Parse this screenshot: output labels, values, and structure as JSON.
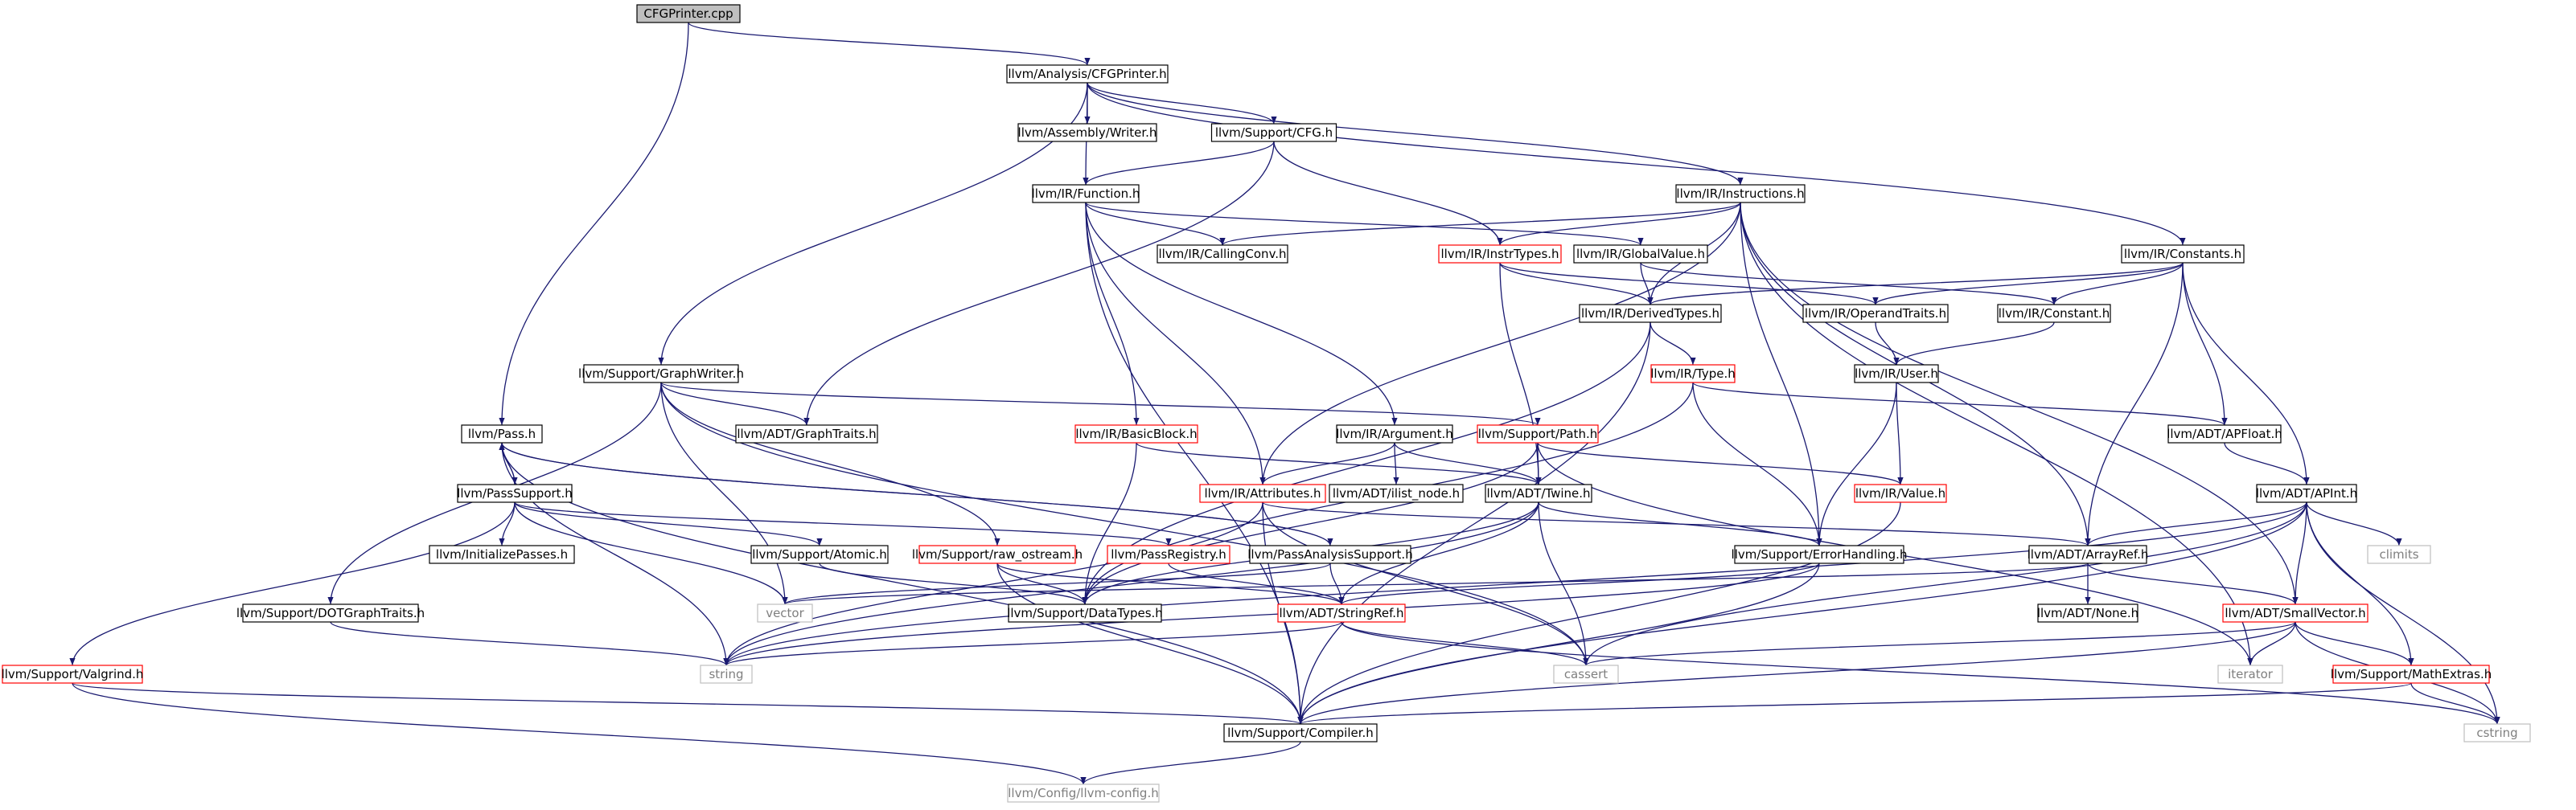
{
  "diagram": {
    "nodes": [
      {
        "id": "cfgprinter_cpp",
        "label": "CFGPrinter.cpp",
        "style": "root"
      },
      {
        "id": "analysis_cfgprinter",
        "label": "llvm/Analysis/CFGPrinter.h",
        "style": "normal"
      },
      {
        "id": "pass",
        "label": "llvm/Pass.h",
        "style": "normal"
      },
      {
        "id": "assembly_writer",
        "label": "llvm/Assembly/Writer.h",
        "style": "normal"
      },
      {
        "id": "support_cfg",
        "label": "llvm/Support/CFG.h",
        "style": "normal"
      },
      {
        "id": "ir_instructions",
        "label": "llvm/IR/Instructions.h",
        "style": "normal"
      },
      {
        "id": "ir_function",
        "label": "llvm/IR/Function.h",
        "style": "normal"
      },
      {
        "id": "ir_callingconv",
        "label": "llvm/IR/CallingConv.h",
        "style": "normal"
      },
      {
        "id": "ir_instrtypes",
        "label": "llvm/IR/InstrTypes.h",
        "style": "missing"
      },
      {
        "id": "ir_globalvalue",
        "label": "llvm/IR/GlobalValue.h",
        "style": "normal"
      },
      {
        "id": "ir_constants",
        "label": "llvm/IR/Constants.h",
        "style": "normal"
      },
      {
        "id": "ir_derivedtypes",
        "label": "llvm/IR/DerivedTypes.h",
        "style": "normal"
      },
      {
        "id": "ir_operandtraits",
        "label": "llvm/IR/OperandTraits.h",
        "style": "normal"
      },
      {
        "id": "ir_constant",
        "label": "llvm/IR/Constant.h",
        "style": "normal"
      },
      {
        "id": "ir_type",
        "label": "llvm/IR/Type.h",
        "style": "missing"
      },
      {
        "id": "ir_user",
        "label": "llvm/IR/User.h",
        "style": "normal"
      },
      {
        "id": "support_graphwriter",
        "label": "llvm/Support/GraphWriter.h",
        "style": "normal"
      },
      {
        "id": "adt_graphtraits",
        "label": "llvm/ADT/GraphTraits.h",
        "style": "normal"
      },
      {
        "id": "ir_basicblock",
        "label": "llvm/IR/BasicBlock.h",
        "style": "missing"
      },
      {
        "id": "ir_argument",
        "label": "llvm/IR/Argument.h",
        "style": "normal"
      },
      {
        "id": "support_path",
        "label": "llvm/Support/Path.h",
        "style": "missing"
      },
      {
        "id": "adt_apfloat",
        "label": "llvm/ADT/APFloat.h",
        "style": "normal"
      },
      {
        "id": "passsupport",
        "label": "llvm/PassSupport.h",
        "style": "normal"
      },
      {
        "id": "ir_attributes",
        "label": "llvm/IR/Attributes.h",
        "style": "missing"
      },
      {
        "id": "adt_ilist_node",
        "label": "llvm/ADT/ilist_node.h",
        "style": "normal"
      },
      {
        "id": "adt_twine",
        "label": "llvm/ADT/Twine.h",
        "style": "normal"
      },
      {
        "id": "ir_value",
        "label": "llvm/IR/Value.h",
        "style": "missing"
      },
      {
        "id": "adt_apint",
        "label": "llvm/ADT/APInt.h",
        "style": "normal"
      },
      {
        "id": "initializepasses",
        "label": "llvm/InitializePasses.h",
        "style": "normal"
      },
      {
        "id": "support_atomic",
        "label": "llvm/Support/Atomic.h",
        "style": "normal"
      },
      {
        "id": "support_raw_ostream",
        "label": "llvm/Support/raw_ostream.h",
        "style": "missing"
      },
      {
        "id": "passregistry",
        "label": "llvm/PassRegistry.h",
        "style": "missing"
      },
      {
        "id": "passanalysissupport",
        "label": "llvm/PassAnalysisSupport.h",
        "style": "normal"
      },
      {
        "id": "support_errorhandling",
        "label": "llvm/Support/ErrorHandling.h",
        "style": "normal"
      },
      {
        "id": "adt_arrayref",
        "label": "llvm/ADT/ArrayRef.h",
        "style": "normal"
      },
      {
        "id": "climits",
        "label": "climits",
        "style": "system"
      },
      {
        "id": "support_dotgraphtraits",
        "label": "llvm/Support/DOTGraphTraits.h",
        "style": "normal"
      },
      {
        "id": "vector",
        "label": "vector",
        "style": "system"
      },
      {
        "id": "support_datatypes",
        "label": "llvm/Support/DataTypes.h",
        "style": "normal"
      },
      {
        "id": "adt_stringref",
        "label": "llvm/ADT/StringRef.h",
        "style": "missing"
      },
      {
        "id": "adt_none",
        "label": "llvm/ADT/None.h",
        "style": "normal"
      },
      {
        "id": "adt_smallvector",
        "label": "llvm/ADT/SmallVector.h",
        "style": "missing"
      },
      {
        "id": "support_valgrind",
        "label": "llvm/Support/Valgrind.h",
        "style": "missing"
      },
      {
        "id": "string",
        "label": "string",
        "style": "system"
      },
      {
        "id": "cassert",
        "label": "cassert",
        "style": "system"
      },
      {
        "id": "iterator",
        "label": "iterator",
        "style": "system"
      },
      {
        "id": "support_mathextras",
        "label": "llvm/Support/MathExtras.h",
        "style": "missing"
      },
      {
        "id": "support_compiler",
        "label": "llvm/Support/Compiler.h",
        "style": "normal"
      },
      {
        "id": "cstring",
        "label": "cstring",
        "style": "system"
      },
      {
        "id": "config_llvm_config",
        "label": "llvm/Config/llvm-config.h",
        "style": "system"
      }
    ],
    "edges": [
      [
        "cfgprinter_cpp",
        "analysis_cfgprinter"
      ],
      [
        "cfgprinter_cpp",
        "pass"
      ],
      [
        "analysis_cfgprinter",
        "assembly_writer"
      ],
      [
        "analysis_cfgprinter",
        "support_cfg"
      ],
      [
        "analysis_cfgprinter",
        "ir_function"
      ],
      [
        "analysis_cfgprinter",
        "ir_instructions"
      ],
      [
        "analysis_cfgprinter",
        "ir_constants"
      ],
      [
        "analysis_cfgprinter",
        "support_graphwriter"
      ],
      [
        "support_cfg",
        "ir_function"
      ],
      [
        "support_cfg",
        "ir_instrtypes"
      ],
      [
        "support_cfg",
        "adt_graphtraits"
      ],
      [
        "ir_function",
        "ir_callingconv"
      ],
      [
        "ir_function",
        "ir_globalvalue"
      ],
      [
        "ir_function",
        "ir_basicblock"
      ],
      [
        "ir_function",
        "ir_argument"
      ],
      [
        "ir_function",
        "ir_attributes"
      ],
      [
        "ir_function",
        "support_compiler"
      ],
      [
        "ir_instructions",
        "ir_callingconv"
      ],
      [
        "ir_instructions",
        "ir_instrtypes"
      ],
      [
        "ir_instructions",
        "ir_derivedtypes"
      ],
      [
        "ir_instructions",
        "ir_attributes"
      ],
      [
        "ir_instructions",
        "adt_arrayref"
      ],
      [
        "ir_instructions",
        "support_errorhandling"
      ],
      [
        "ir_instructions",
        "adt_smallvector"
      ],
      [
        "ir_instructions",
        "iterator"
      ],
      [
        "ir_instrtypes",
        "ir_derivedtypes"
      ],
      [
        "ir_instrtypes",
        "ir_operandtraits"
      ],
      [
        "ir_instrtypes",
        "adt_twine"
      ],
      [
        "ir_globalvalue",
        "ir_derivedtypes"
      ],
      [
        "ir_globalvalue",
        "ir_constant"
      ],
      [
        "ir_constants",
        "ir_derivedtypes"
      ],
      [
        "ir_constants",
        "ir_operandtraits"
      ],
      [
        "ir_constants",
        "ir_constant"
      ],
      [
        "ir_constants",
        "adt_apfloat"
      ],
      [
        "ir_constants",
        "adt_apint"
      ],
      [
        "ir_constants",
        "adt_arrayref"
      ],
      [
        "ir_derivedtypes",
        "ir_type"
      ],
      [
        "ir_derivedtypes",
        "support_datatypes"
      ],
      [
        "ir_derivedtypes",
        "support_compiler"
      ],
      [
        "ir_operandtraits",
        "ir_user"
      ],
      [
        "ir_constant",
        "ir_user"
      ],
      [
        "ir_user",
        "ir_value"
      ],
      [
        "ir_user",
        "support_errorhandling"
      ],
      [
        "ir_type",
        "support_datatypes"
      ],
      [
        "ir_type",
        "adt_apfloat"
      ],
      [
        "ir_type",
        "support_errorhandling"
      ],
      [
        "support_graphwriter",
        "adt_graphtraits"
      ],
      [
        "support_graphwriter",
        "support_path"
      ],
      [
        "support_graphwriter",
        "support_dotgraphtraits"
      ],
      [
        "support_graphwriter",
        "support_raw_ostream"
      ],
      [
        "support_graphwriter",
        "vector"
      ],
      [
        "support_graphwriter",
        "cassert"
      ],
      [
        "pass",
        "passsupport"
      ],
      [
        "pass",
        "passanalysissupport"
      ],
      [
        "pass",
        "string"
      ],
      [
        "pass",
        "support_compiler"
      ],
      [
        "passsupport",
        "pass"
      ],
      [
        "passsupport",
        "initializepasses"
      ],
      [
        "passsupport",
        "support_atomic"
      ],
      [
        "passsupport",
        "passregistry"
      ],
      [
        "passsupport",
        "support_valgrind"
      ],
      [
        "passsupport",
        "vector"
      ],
      [
        "passanalysissupport",
        "pass"
      ],
      [
        "passanalysissupport",
        "adt_stringref"
      ],
      [
        "passanalysissupport",
        "vector"
      ],
      [
        "ir_basicblock",
        "adt_twine"
      ],
      [
        "ir_basicblock",
        "support_datatypes"
      ],
      [
        "ir_argument",
        "ir_attributes"
      ],
      [
        "ir_argument",
        "adt_ilist_node"
      ],
      [
        "ir_argument",
        "adt_twine"
      ],
      [
        "support_path",
        "adt_twine"
      ],
      [
        "support_path",
        "ir_value"
      ],
      [
        "support_path",
        "support_datatypes"
      ],
      [
        "support_path",
        "iterator"
      ],
      [
        "ir_attributes",
        "adt_arrayref"
      ],
      [
        "ir_attributes",
        "cassert"
      ],
      [
        "ir_attributes",
        "string"
      ],
      [
        "ir_attributes",
        "support_compiler"
      ],
      [
        "adt_twine",
        "support_errorhandling"
      ],
      [
        "adt_twine",
        "adt_stringref"
      ],
      [
        "adt_twine",
        "support_datatypes"
      ],
      [
        "adt_twine",
        "cassert"
      ],
      [
        "adt_twine",
        "string"
      ],
      [
        "ir_value",
        "support_compiler"
      ],
      [
        "adt_apfloat",
        "adt_apint"
      ],
      [
        "adt_apint",
        "adt_arrayref"
      ],
      [
        "adt_apint",
        "adt_smallvector"
      ],
      [
        "adt_apint",
        "support_mathextras"
      ],
      [
        "adt_apint",
        "climits"
      ],
      [
        "adt_apint",
        "cassert"
      ],
      [
        "adt_apint",
        "string"
      ],
      [
        "adt_apint",
        "cstring"
      ],
      [
        "adt_apint",
        "support_compiler"
      ],
      [
        "support_atomic",
        "support_datatypes"
      ],
      [
        "support_raw_ostream",
        "support_datatypes"
      ],
      [
        "support_raw_ostream",
        "adt_stringref"
      ],
      [
        "support_raw_ostream",
        "support_compiler"
      ],
      [
        "passregistry",
        "adt_stringref"
      ],
      [
        "support_errorhandling",
        "adt_stringref"
      ],
      [
        "support_errorhandling",
        "string"
      ],
      [
        "support_errorhandling",
        "support_compiler"
      ],
      [
        "adt_arrayref",
        "adt_none"
      ],
      [
        "adt_arrayref",
        "adt_smallvector"
      ],
      [
        "adt_arrayref",
        "vector"
      ],
      [
        "support_dotgraphtraits",
        "string"
      ],
      [
        "adt_stringref",
        "string"
      ],
      [
        "adt_stringref",
        "cassert"
      ],
      [
        "adt_stringref",
        "cstring"
      ],
      [
        "adt_smallvector",
        "support_mathextras"
      ],
      [
        "adt_smallvector",
        "iterator"
      ],
      [
        "adt_smallvector",
        "cassert"
      ],
      [
        "adt_smallvector",
        "cstring"
      ],
      [
        "adt_smallvector",
        "support_compiler"
      ],
      [
        "support_valgrind",
        "support_compiler"
      ],
      [
        "support_valgrind",
        "config_llvm_config"
      ],
      [
        "support_mathextras",
        "support_compiler"
      ],
      [
        "support_mathextras",
        "cstring"
      ],
      [
        "support_compiler",
        "config_llvm_config"
      ]
    ]
  },
  "colors": {
    "root_fill": "#bfbfbf",
    "node_border": "#000000",
    "missing_border": "#ff0000",
    "system_border": "#bfbfbf",
    "system_text": "#7f7f7f",
    "edge": "#191970"
  }
}
